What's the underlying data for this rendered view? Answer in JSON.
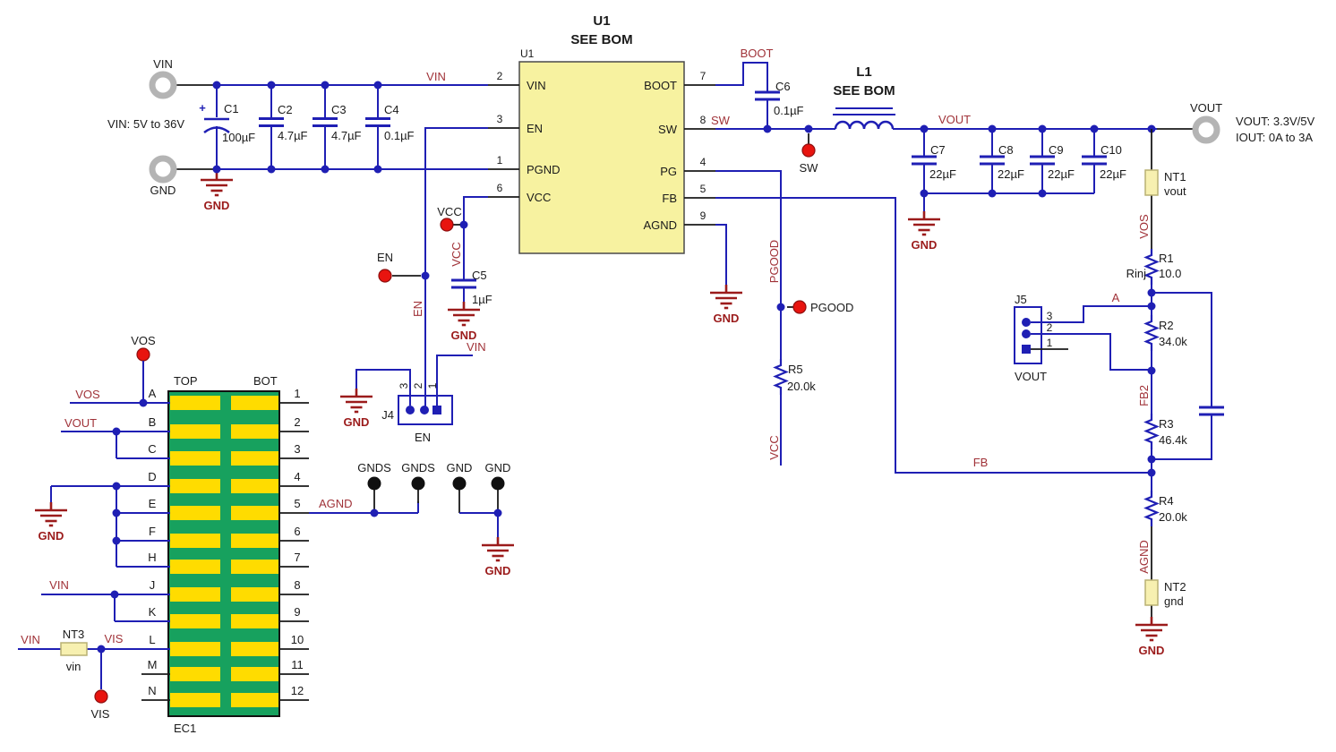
{
  "colors": {
    "wire_blue": "#1f1fb4",
    "label_red": "#a03238",
    "gnd_red": "#9b1b1b",
    "ic_fill": "#f7f2a0",
    "net_tie_fill": "#f7f0b0",
    "board_green": "#17a15e",
    "pad_yellow": "#ffdc00",
    "testpoint_red": "#e8140f",
    "terminal_gray": "#b4b4b4"
  },
  "input": {
    "vin_terminal": "VIN",
    "gnd_terminal": "GND",
    "note": "VIN: 5V to 36V",
    "vin_net": "VIN",
    "gnd_net": "GND",
    "c1_ref": "C1",
    "c1_val": "100µF",
    "c1_plus": "+",
    "c2_ref": "C2",
    "c2_val": "4.7µF",
    "c3_ref": "C3",
    "c3_val": "4.7µF",
    "c4_ref": "C4",
    "c4_val": "0.1µF"
  },
  "u1": {
    "title": "U1",
    "subtitle": "SEE BOM",
    "ref": "U1",
    "left_pins": [
      {
        "num": "2",
        "name": "VIN"
      },
      {
        "num": "3",
        "name": "EN"
      },
      {
        "num": "1",
        "name": "PGND"
      },
      {
        "num": "6",
        "name": "VCC"
      }
    ],
    "right_pins": [
      {
        "num": "7",
        "name": "BOOT"
      },
      {
        "num": "8",
        "name": "SW"
      },
      {
        "num": "4",
        "name": "PG"
      },
      {
        "num": "5",
        "name": "FB"
      },
      {
        "num": "9",
        "name": "AGND"
      }
    ]
  },
  "en": {
    "tp": "EN",
    "net": "EN",
    "j4_ref": "J4",
    "j4_name": "EN",
    "pin3": "3",
    "pin2": "2",
    "pin1": "1",
    "gnd": "GND",
    "vin_net": "VIN"
  },
  "vcc": {
    "tp": "VCC",
    "net": "VCC",
    "c5_ref": "C5",
    "c5_val": "1µF",
    "gnd": "GND"
  },
  "boot": {
    "net": "BOOT",
    "c6_ref": "C6",
    "c6_val": "0.1µF"
  },
  "sw": {
    "net": "SW",
    "tp": "SW"
  },
  "l1": {
    "title": "L1",
    "subtitle": "SEE BOM"
  },
  "vout": {
    "net": "VOUT",
    "terminal": "VOUT",
    "spec_line1": "VOUT: 3.3V/5V",
    "spec_line2": "IOUT: 0A to 3A",
    "gnd": "GND",
    "c7_ref": "C7",
    "c7_val": "22µF",
    "c8_ref": "C8",
    "c8_val": "22µF",
    "c9_ref": "C9",
    "c9_val": "22µF",
    "c10_ref": "C10",
    "c10_val": "22µF"
  },
  "pgood": {
    "net": "PGOOD",
    "tp": "PGOOD",
    "r5_ref": "R5",
    "r5_val": "20.0k",
    "vcc_net": "VCC"
  },
  "u1_agnd_gnd": "GND",
  "fb": {
    "net": "FB"
  },
  "divider": {
    "nt1_ref": "NT1",
    "nt1_name": "vout",
    "vos_net": "VOS",
    "r1_ref": "R1",
    "r1_val": "10.0",
    "r1_note": "Rinj",
    "a_net": "A",
    "r2_ref": "R2",
    "r2_val": "34.0k",
    "fb2_net": "FB2",
    "r3_ref": "R3",
    "r3_val": "46.4k",
    "r4_ref": "R4",
    "r4_val": "20.0k",
    "agnd_net": "AGND",
    "nt2_ref": "NT2",
    "nt2_name": "gnd",
    "gnd": "GND"
  },
  "j5": {
    "ref": "J5",
    "pin3": "3",
    "pin2": "2",
    "pin1": "1",
    "name": "VOUT"
  },
  "ec1": {
    "ref": "EC1",
    "col_top": "TOP",
    "col_bot": "BOT",
    "rows": [
      {
        "letter": "A",
        "number": "1"
      },
      {
        "letter": "B",
        "number": "2"
      },
      {
        "letter": "C",
        "number": "3"
      },
      {
        "letter": "D",
        "number": "4"
      },
      {
        "letter": "E",
        "number": "5"
      },
      {
        "letter": "F",
        "number": "6"
      },
      {
        "letter": "H",
        "number": "7"
      },
      {
        "letter": "J",
        "number": "8"
      },
      {
        "letter": "K",
        "number": "9"
      },
      {
        "letter": "L",
        "number": "10"
      },
      {
        "letter": "M",
        "number": "11"
      },
      {
        "letter": "N",
        "number": "12"
      }
    ],
    "vos_tp": "VOS",
    "vos_net": "VOS",
    "vout_net": "VOUT",
    "gnd": "GND",
    "vin_net": "VIN",
    "vin_l_net": "VIN",
    "nt3_ref": "NT3",
    "nt3_name": "vin",
    "vis_net": "VIS",
    "vis_tp": "VIS"
  },
  "agnd_tps": {
    "net": "AGND",
    "tp1": "GNDS",
    "tp2": "GNDS",
    "tp3": "GND",
    "tp4": "GND",
    "gnd": "GND"
  }
}
